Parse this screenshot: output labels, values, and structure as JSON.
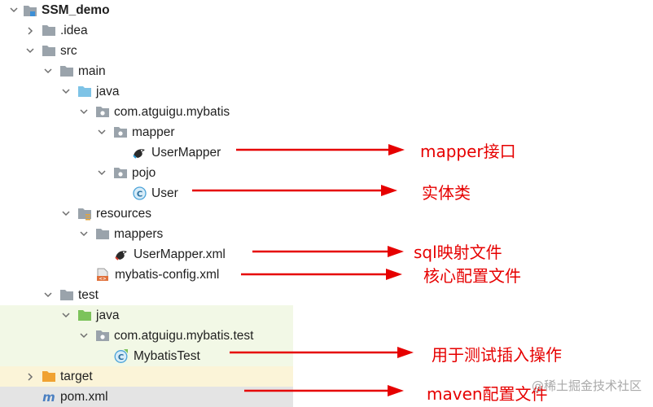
{
  "tree": {
    "project": "SSM_demo",
    "idea": ".idea",
    "src": "src",
    "main": "main",
    "java_main": "java",
    "pkg_main": "com.atguigu.mybatis",
    "mapper_pkg": "mapper",
    "user_mapper": "UserMapper",
    "pojo_pkg": "pojo",
    "user": "User",
    "resources": "resources",
    "mappers": "mappers",
    "user_mapper_xml": "UserMapper.xml",
    "mybatis_config": "mybatis-config.xml",
    "test": "test",
    "java_test": "java",
    "pkg_test": "com.atguigu.mybatis.test",
    "mybatis_test": "MybatisTest",
    "target": "target",
    "pom": "pom.xml"
  },
  "annotations": {
    "mapper_iface": "mapper接口",
    "entity": "实体类",
    "sql_map": "sql映射文件",
    "core_config": "核心配置文件",
    "test_insert": "用于测试插入操作",
    "maven_config": "maven配置文件"
  },
  "watermark": "@稀土掘金技术社区",
  "colors": {
    "arrow": "#e60000",
    "folder": "#9aa3ab",
    "source_folder": "#7ec3e6",
    "test_folder": "#7cc35b",
    "excluded_folder": "#f0a232",
    "class_icon": "#4aa3d8",
    "maven_icon": "#4a7fc1"
  }
}
